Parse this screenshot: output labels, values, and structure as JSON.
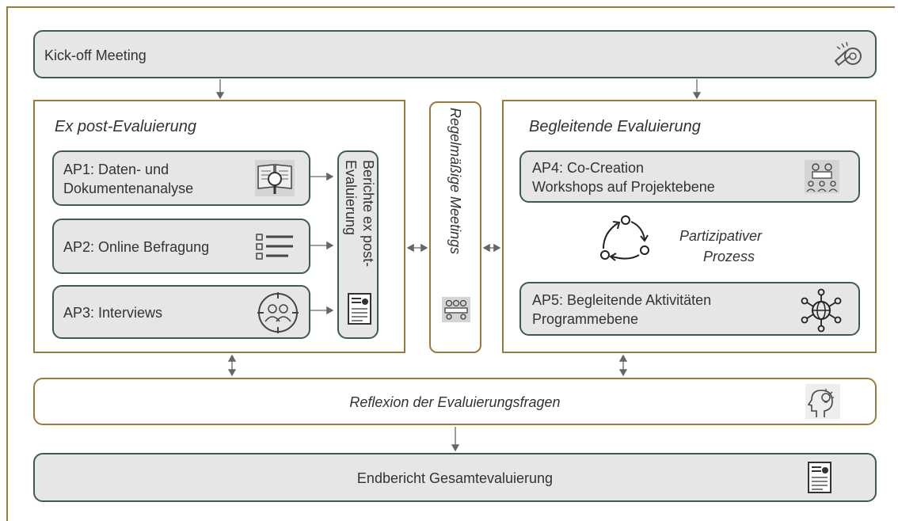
{
  "kickoff": {
    "label": "Kick-off Meeting",
    "icon": "whistle-icon"
  },
  "ex_post": {
    "title": "Ex post-Evaluierung",
    "items": [
      {
        "label": "AP1: Daten- und Dokumentenanalyse",
        "line1": "AP1: Daten- und",
        "line2": "Dokumentenanalyse",
        "icon": "book-magnifier-icon"
      },
      {
        "label": "AP2: Online Befragung",
        "icon": "checklist-icon"
      },
      {
        "label": "AP3: Interviews",
        "icon": "interview-people-icon"
      }
    ],
    "reports": {
      "line1": "Berichte ex post-",
      "line2": "Evaluierung",
      "icon": "report-document-icon"
    }
  },
  "meetings": {
    "label": "Regelmäßige Meetings",
    "icon": "meeting-table-icon"
  },
  "begleitende": {
    "title": "Begleitende Evaluierung",
    "ap4": {
      "line1": "AP4: Co-Creation",
      "line2": "Workshops auf Projektebene",
      "icon": "workshop-group-icon"
    },
    "process": {
      "line1": "Partizipativer",
      "line2": "Prozess",
      "icon": "cycle-process-icon"
    },
    "ap5": {
      "line1": "AP5: Begleitende Aktivitäten",
      "line2": "Programmebene",
      "icon": "network-globe-icon"
    }
  },
  "reflexion": {
    "label": "Reflexion der Evaluierungsfragen",
    "icon": "head-lightbulb-icon"
  },
  "final": {
    "label": "Endbericht Gesamtevaluierung",
    "icon": "report-document-icon"
  },
  "colors": {
    "box_border": "#3f5a50",
    "box_fill": "#e6e6e6",
    "section_border": "#9a7b3e",
    "arrow": "#666666"
  }
}
